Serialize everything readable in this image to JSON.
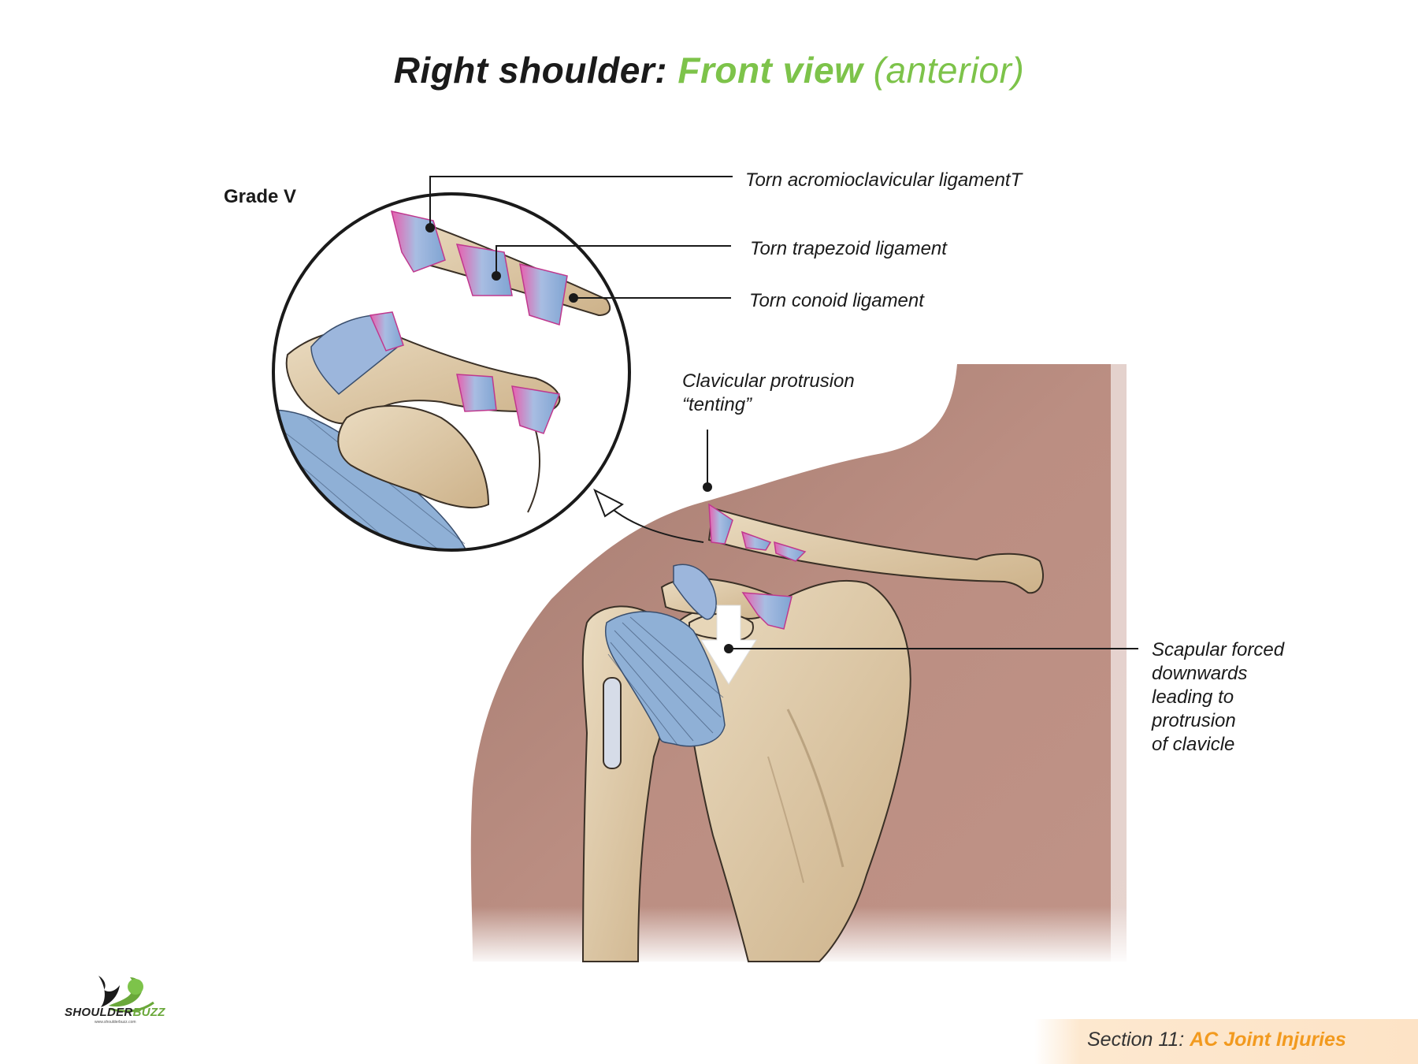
{
  "title": {
    "part1": "Right shoulder",
    "colon": ":",
    "part2": "Front view",
    "part3": "(anterior)"
  },
  "grade": "Grade V",
  "labels": {
    "acromioclavicular": "Torn acromioclavicular ligamentT",
    "trapezoid": "Torn trapezoid ligament",
    "conoid": "Torn conoid ligament",
    "tenting_line1": "Clavicular protrusion",
    "tenting_line2": "“tenting”",
    "scapular": [
      "Scapular forced",
      "downwards",
      "leading to",
      "protrusion",
      "of clavicle"
    ]
  },
  "logo": {
    "name_part1": "SHOULDER",
    "name_part2": "BUZZ",
    "url": "www.shoulderbuzz.com"
  },
  "footer": {
    "section": "Section 11:",
    "topic": "AC Joint Injuries"
  },
  "colors": {
    "skin": "#b98a7e",
    "bone": "#dcc4a0",
    "ligament": "#8fb0d6",
    "tear": "#e35ca8",
    "accent_green": "#7dc34a",
    "accent_orange": "#f29a1f"
  }
}
